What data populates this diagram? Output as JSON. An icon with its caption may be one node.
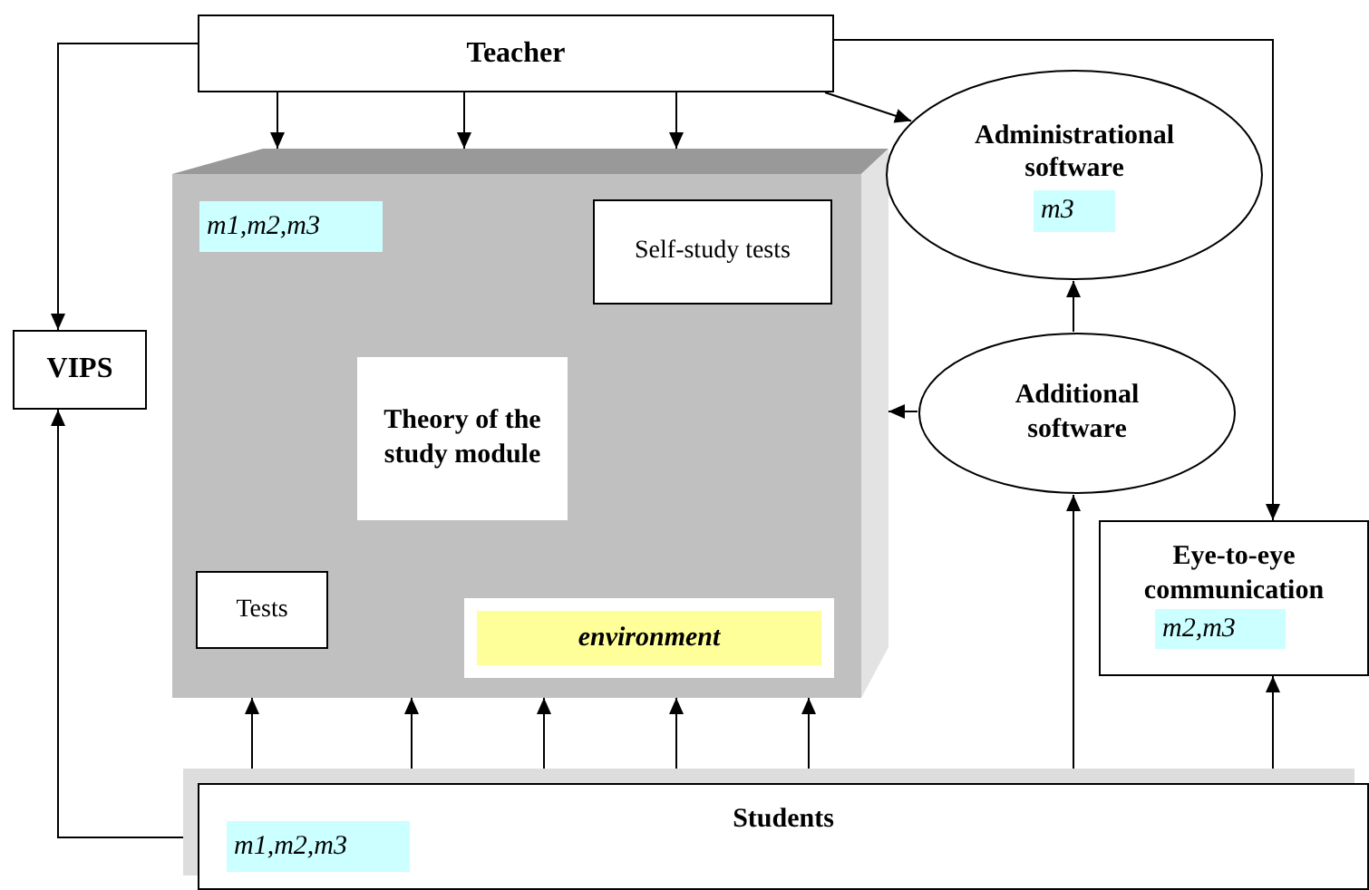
{
  "diagram": {
    "nodes": [
      {
        "text": [
          "Teacher"
        ]
      },
      {
        "text": [
          "VIPS"
        ]
      },
      {
        "text": [
          "m1,m2,m3",
          "environment"
        ]
      },
      {
        "text": [
          "Self-study tests"
        ],
        "in": 2
      },
      {
        "text": [
          "Theory of the study module"
        ],
        "in": 2
      },
      {
        "text": [
          "Tests"
        ],
        "in": 2
      },
      {
        "text": [
          "Administrational software",
          "m3"
        ]
      },
      {
        "text": [
          "Additional software"
        ]
      },
      {
        "text": [
          "Eye-to-eye communication",
          "m2,m3"
        ]
      },
      {
        "text": [
          "Students",
          "m1,m2,m3"
        ]
      }
    ],
    "edges": [
      {
        "from": 0,
        "to": 1,
        "arrow": "to"
      },
      {
        "from": 0,
        "to": 2,
        "arrow": "to"
      },
      {
        "from": 0,
        "to": 2,
        "arrow": "to"
      },
      {
        "from": 0,
        "to": 2,
        "arrow": "to"
      },
      {
        "from": 0,
        "to": 6,
        "arrow": "to"
      },
      {
        "from": 0,
        "to": 8,
        "arrow": "to"
      },
      {
        "from": 7,
        "to": 6,
        "arrow": "to"
      },
      {
        "from": 7,
        "to": 2,
        "arrow": "to"
      },
      {
        "from": 9,
        "to": 1,
        "arrow": "to"
      },
      {
        "from": 9,
        "to": 2,
        "arrow": "to"
      },
      {
        "from": 9,
        "to": 2,
        "arrow": "to"
      },
      {
        "from": 9,
        "to": 2,
        "arrow": "to"
      },
      {
        "from": 9,
        "to": 2,
        "arrow": "to"
      },
      {
        "from": 9,
        "to": 2,
        "arrow": "to"
      },
      {
        "from": 9,
        "to": 7,
        "arrow": "to"
      },
      {
        "from": 9,
        "to": 8,
        "arrow": "to"
      }
    ]
  }
}
